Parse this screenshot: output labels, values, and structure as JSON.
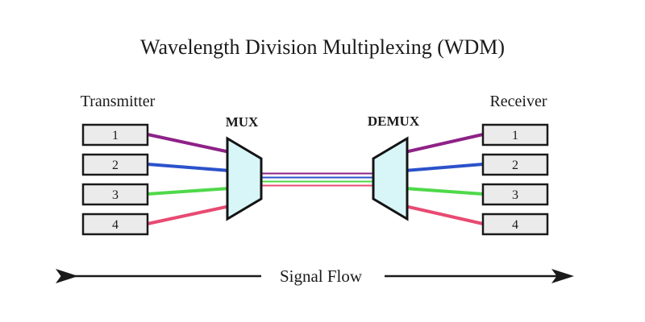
{
  "title": "Wavelength Division Multiplexing (WDM)",
  "diagram": {
    "transmitter_label": "Transmitter",
    "receiver_label": "Receiver",
    "mux_label": "MUX",
    "demux_label": "DEMUX",
    "signal_flow_label": "Signal Flow"
  },
  "channels": [
    {
      "label": "1",
      "color": "#8e2287"
    },
    {
      "label": "2",
      "color": "#2b52cb"
    },
    {
      "label": "3",
      "color": "#4fd94a"
    },
    {
      "label": "4",
      "color": "#e84a72"
    }
  ],
  "colors": {
    "coupler_fill": "#d8f6f7",
    "box_fill": "#ebebeb",
    "outline": "#1a1a1a"
  }
}
